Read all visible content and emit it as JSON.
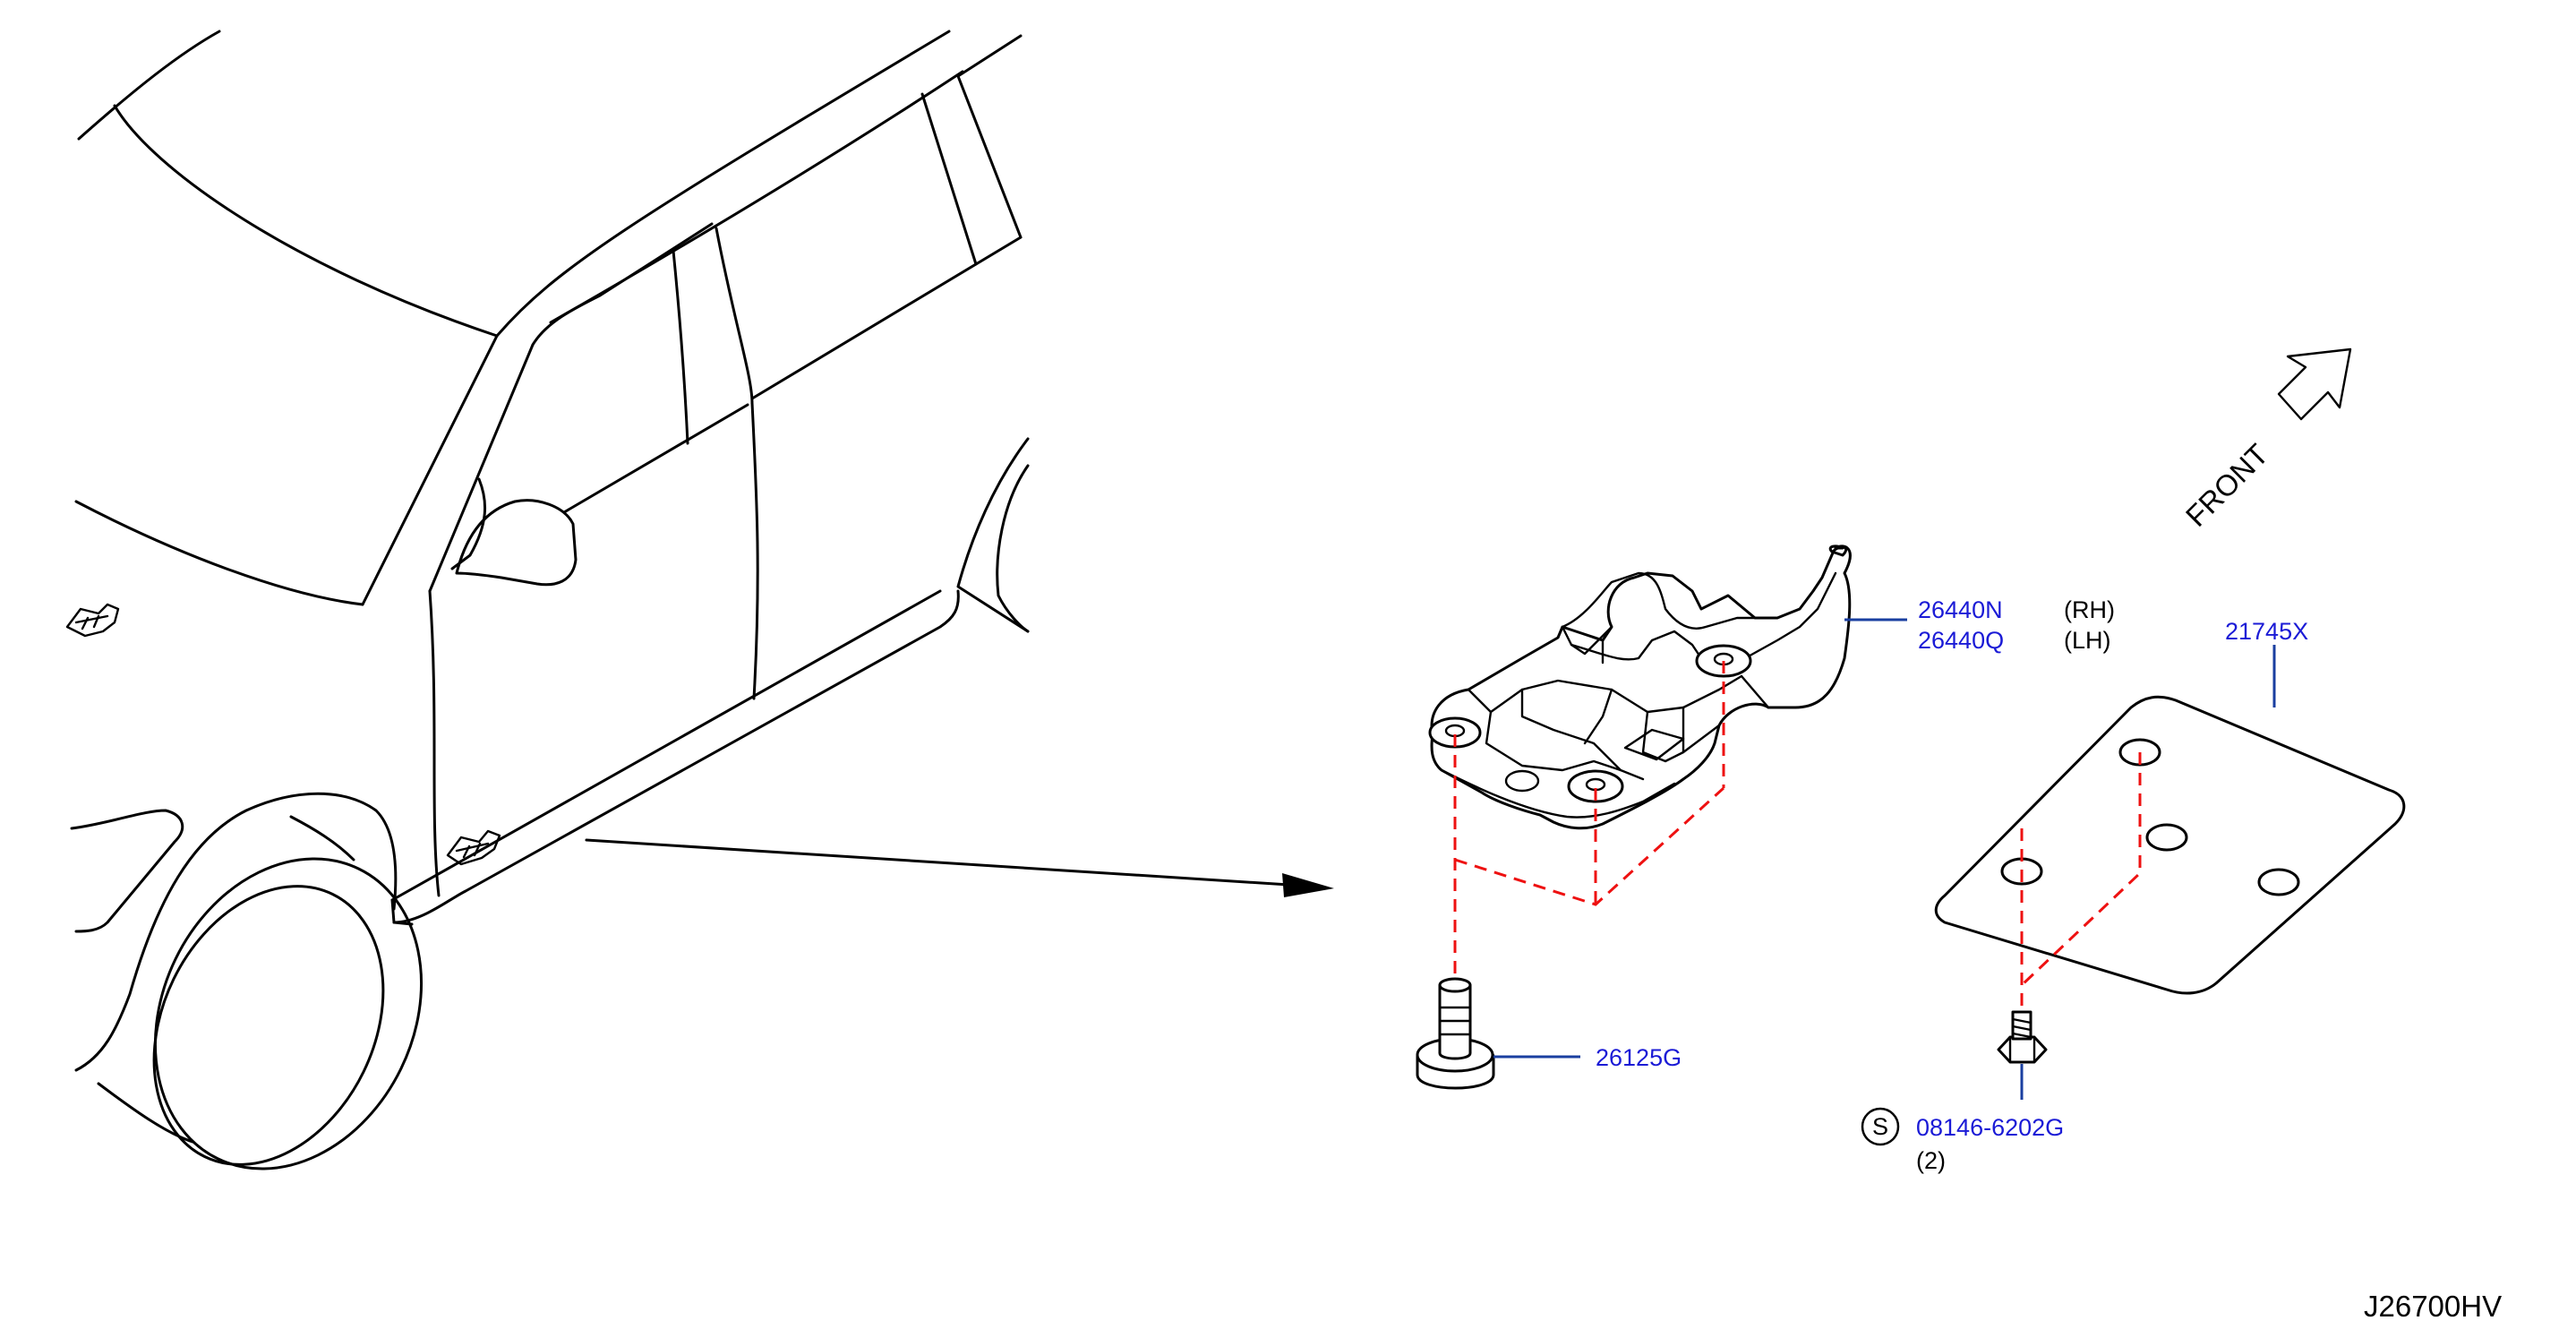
{
  "labels": {
    "front": "FRONT",
    "bracket_rh": {
      "part": "26440N",
      "side": "(RH)"
    },
    "bracket_lh": {
      "part": "26440Q",
      "side": "(LH)"
    },
    "cover": {
      "part": "21745X"
    },
    "bolt": {
      "part": "26125G"
    },
    "screw": {
      "symbol": "S",
      "part": "08146-6202G",
      "qty": "(2)"
    },
    "diagram_code": "J26700HV"
  },
  "colors": {
    "part_number": "#1b1bd6",
    "leader_line": "#1a3fa0",
    "assembly_dash": "#e11111",
    "line_art": "#000000"
  }
}
